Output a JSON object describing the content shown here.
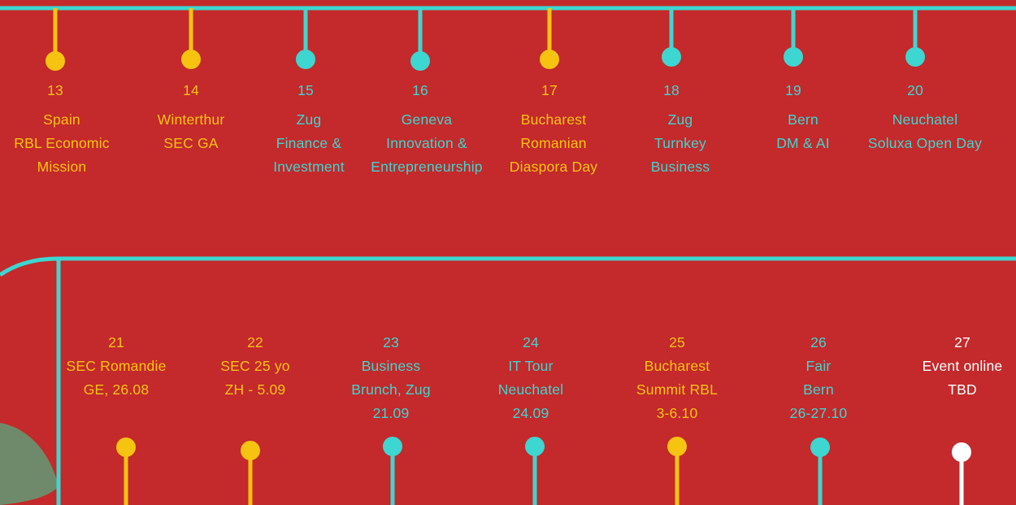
{
  "colors": {
    "background": "#c4292b",
    "yellow": "#f6c310",
    "teal": "#3dd6d0",
    "white": "#ffffff",
    "leaf": "#6f8a6a"
  },
  "events_top": [
    {
      "number": "13",
      "city": "Spain",
      "desc": [
        "RBL Economic",
        "Mission"
      ],
      "color": "yellow"
    },
    {
      "number": "14",
      "city": "Winterthur",
      "desc": [
        "SEC GA"
      ],
      "color": "yellow"
    },
    {
      "number": "15",
      "city": "Zug",
      "desc": [
        "Finance &",
        "Investment"
      ],
      "color": "teal"
    },
    {
      "number": "16",
      "city": "Geneva",
      "desc": [
        "Innovation &",
        "Entrepreneurship"
      ],
      "color": "teal"
    },
    {
      "number": "17",
      "city": "Bucharest",
      "desc": [
        "Romanian",
        "Diaspora Day"
      ],
      "color": "yellow"
    },
    {
      "number": "18",
      "city": "Zug",
      "desc": [
        "Turnkey",
        "Business"
      ],
      "color": "teal"
    },
    {
      "number": "19",
      "city": "Bern",
      "desc": [
        "DM & AI"
      ],
      "color": "teal"
    },
    {
      "number": "20",
      "city": "Neuchatel",
      "desc": [
        "Soluxa Open Day"
      ],
      "color": "teal"
    }
  ],
  "events_bottom": [
    {
      "number": "21",
      "lines": [
        "SEC Romandie",
        "GE, 26.08"
      ],
      "color": "yellow"
    },
    {
      "number": "22",
      "lines": [
        "SEC 25 yo",
        "ZH - 5.09"
      ],
      "color": "yellow"
    },
    {
      "number": "23",
      "lines": [
        "Business",
        "Brunch, Zug",
        "21.09"
      ],
      "color": "teal"
    },
    {
      "number": "24",
      "lines": [
        "IT Tour",
        "Neuchatel",
        "24.09"
      ],
      "color": "teal"
    },
    {
      "number": "25",
      "lines": [
        "Bucharest",
        "Summit RBL",
        "3-6.10"
      ],
      "color": "yellow"
    },
    {
      "number": "26",
      "lines": [
        "Fair",
        "Bern",
        "26-27.10"
      ],
      "color": "teal"
    },
    {
      "number": "27",
      "lines": [
        "Event online",
        "TBD"
      ],
      "color": "white"
    }
  ]
}
